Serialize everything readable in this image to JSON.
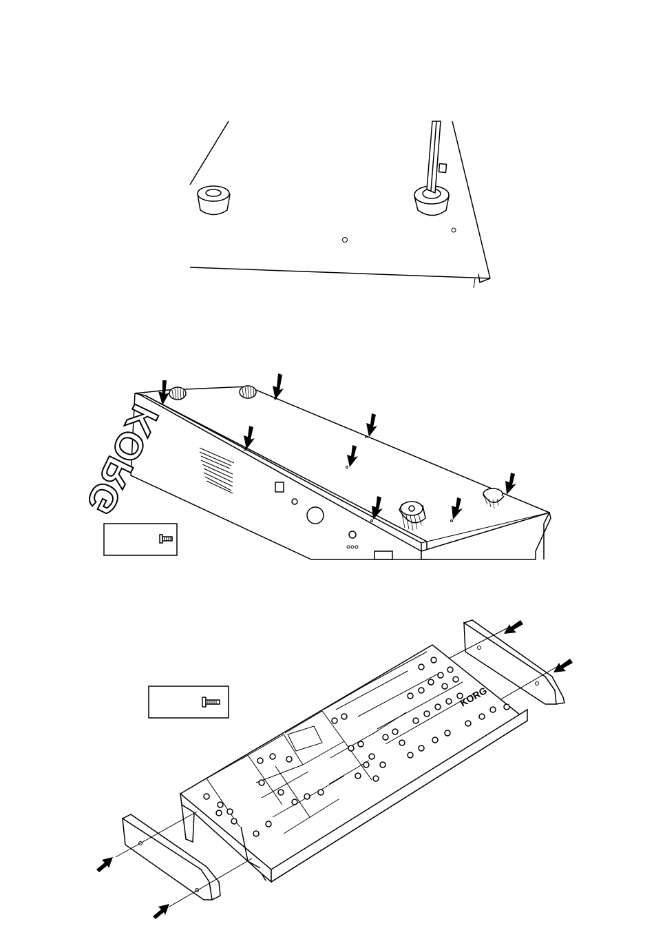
{
  "illustrations": [
    {
      "id": "foot-removal"
    },
    {
      "id": "bottom-screw-removal"
    },
    {
      "id": "side-panel-attachment"
    }
  ],
  "branding": {
    "logo_text": "KORG",
    "panel_logo_text": "KORG"
  },
  "icons": {
    "screw": "screw-icon",
    "arrow": "arrow-icon",
    "screwdriver": "screwdriver-icon"
  },
  "colors": {
    "ink": "#000000",
    "paper": "#ffffff"
  }
}
